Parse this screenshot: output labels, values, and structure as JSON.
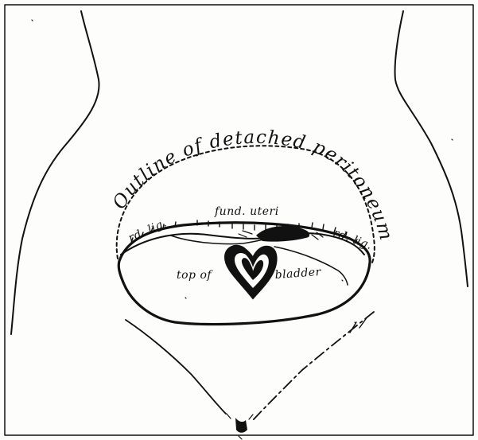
{
  "labels": {
    "outline": "Outline of detached peritoneum",
    "fundus": "fund. uteri",
    "rd_lig_left": "rd. lig.",
    "rd_lig_right": "rd. lig.",
    "top_of": "top of",
    "bladder": "bladder"
  },
  "colors": {
    "ink": "#111111",
    "paper": "#fdfdfb"
  }
}
